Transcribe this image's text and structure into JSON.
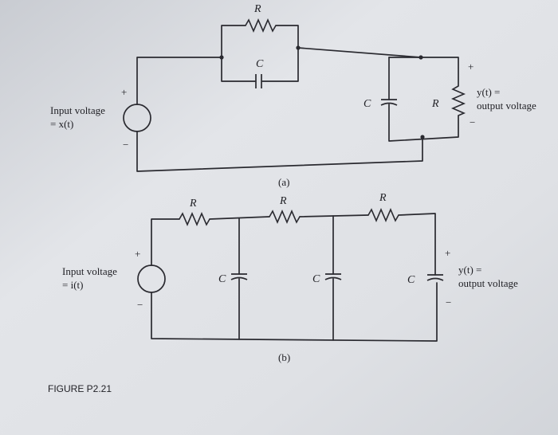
{
  "circuit_a": {
    "label": "(a)",
    "source_label_1": "Input voltage",
    "source_label_2": "= x(t)",
    "source_plus": "+",
    "source_minus": "−",
    "top_resistor": "R",
    "top_capacitor": "C",
    "shunt_capacitor": "C",
    "shunt_resistor": "R",
    "output_plus": "+",
    "output_minus": "−",
    "output_label_1": "y(t) =",
    "output_label_2": "output voltage"
  },
  "circuit_b": {
    "label": "(b)",
    "source_label_1": "Input voltage",
    "source_label_2": "= i(t)",
    "source_plus": "+",
    "source_minus": "−",
    "resistor_1": "R",
    "resistor_2": "R",
    "resistor_3": "R",
    "capacitor_1": "C",
    "capacitor_2": "C",
    "capacitor_3": "C",
    "output_plus": "+",
    "output_minus": "−",
    "output_label_1": "y(t) =",
    "output_label_2": "output voltage"
  },
  "figure_label": "FIGURE P2.21"
}
